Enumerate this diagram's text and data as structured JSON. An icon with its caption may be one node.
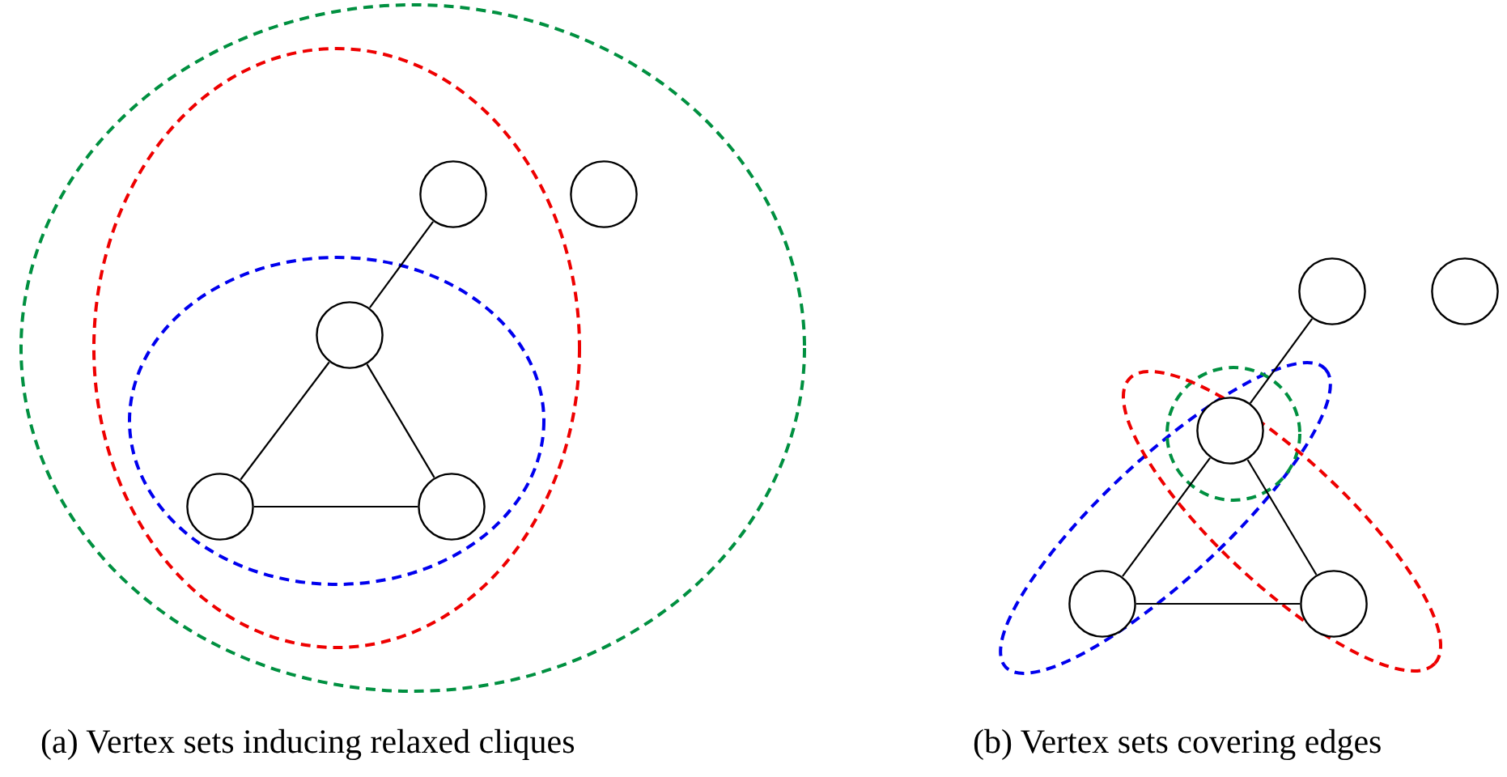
{
  "diagram": {
    "nodes": [
      {
        "text": [],
        "shape": "circle"
      },
      {
        "text": [],
        "shape": "circle"
      },
      {
        "text": [],
        "shape": "circle"
      },
      {
        "text": [],
        "shape": "circle"
      },
      {
        "text": [],
        "shape": "circle"
      },
      {
        "text": [],
        "shape": "circle"
      },
      {
        "text": [],
        "shape": "circle"
      },
      {
        "text": [],
        "shape": "circle"
      },
      {
        "text": [],
        "shape": "circle"
      },
      {
        "text": [],
        "shape": "circle"
      }
    ],
    "edges": [
      {
        "from": 0,
        "to": 2,
        "arrow": "none"
      },
      {
        "from": 2,
        "to": 3,
        "arrow": "none"
      },
      {
        "from": 2,
        "to": 4,
        "arrow": "none"
      },
      {
        "from": 3,
        "to": 4,
        "arrow": "none"
      },
      {
        "from": 5,
        "to": 7,
        "arrow": "none"
      },
      {
        "from": 7,
        "to": 8,
        "arrow": "none"
      },
      {
        "from": 7,
        "to": 9,
        "arrow": "none"
      },
      {
        "from": 8,
        "to": 9,
        "arrow": "none"
      }
    ],
    "labels": [
      "(a) Vertex sets inducing relaxed cliques",
      "(b) Vertex sets covering edges"
    ]
  }
}
